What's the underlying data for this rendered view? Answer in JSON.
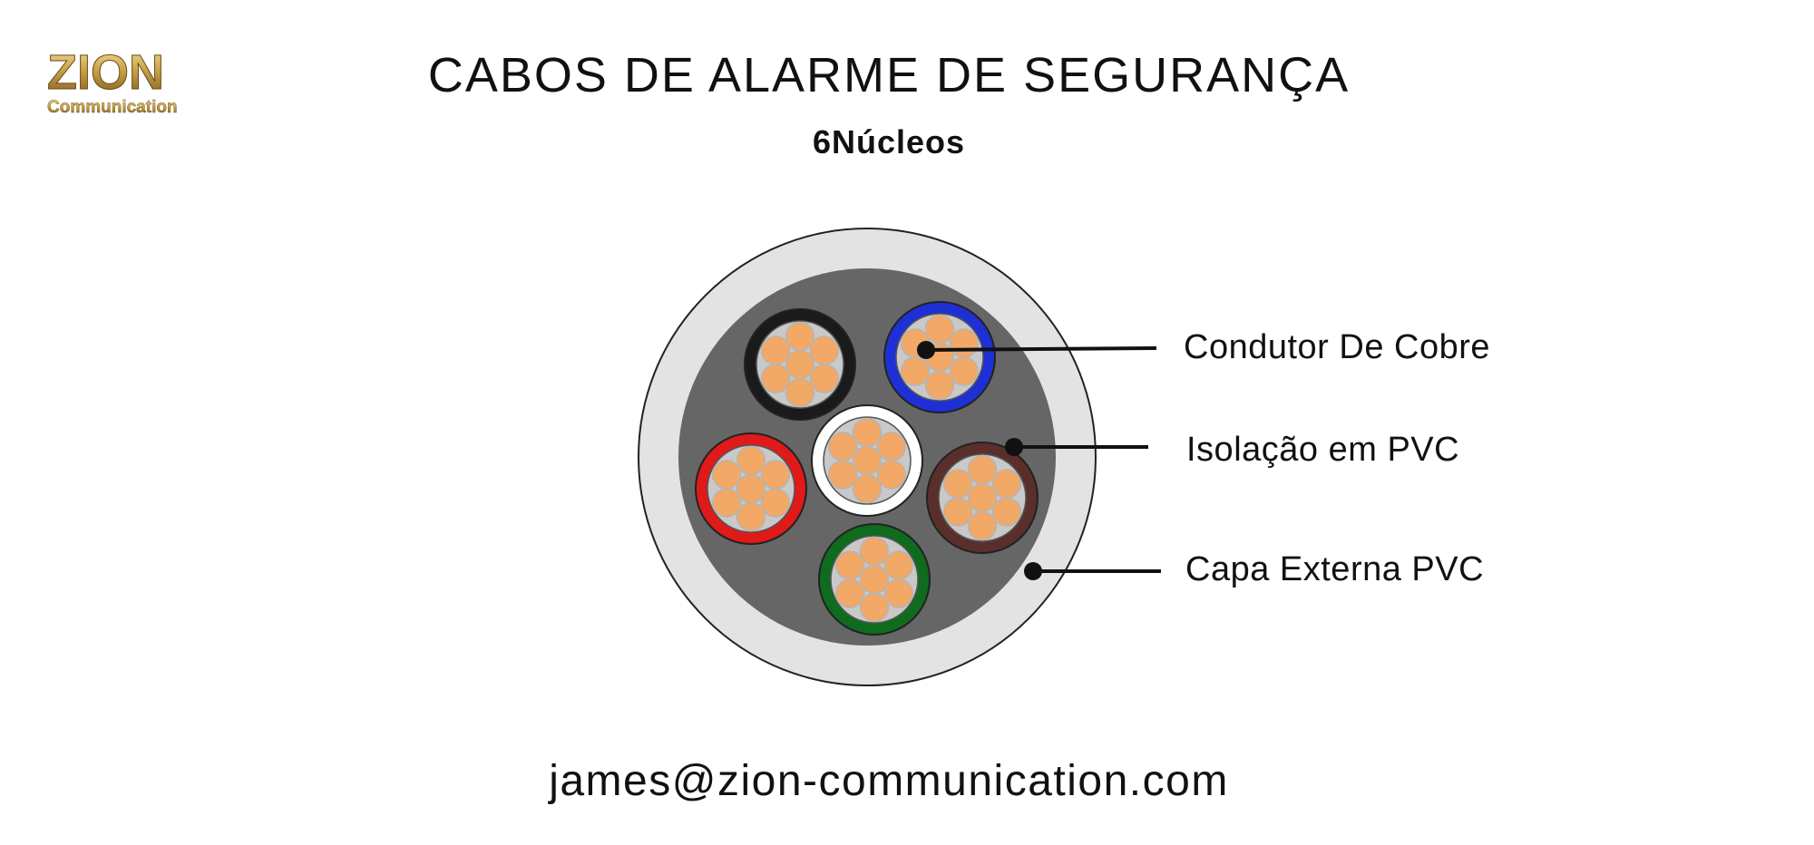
{
  "logo": {
    "main_text": "ZION",
    "sub_text": "Communication"
  },
  "header": {
    "title": "CABOS DE ALARME DE SEGURANÇA",
    "subtitle": "6Núcleos"
  },
  "callouts": [
    {
      "id": "conductor",
      "label": "Condutor De Cobre"
    },
    {
      "id": "insulation",
      "label": "Isolação em PVC"
    },
    {
      "id": "sheath",
      "label": "Capa Externa PVC"
    }
  ],
  "cable": {
    "outer_sheath_color": "#e3e3e3",
    "filler_color": "#666666",
    "strand_color": "#f2a866",
    "core_colors": [
      "#1a1a1a",
      "#1f2fd6",
      "#e01919",
      "#ffffff",
      "#5a2f2b",
      "#0f6b1e"
    ],
    "core_names": [
      "black",
      "blue",
      "red",
      "white",
      "brown",
      "green"
    ]
  },
  "footer": {
    "email": "james@zion-communication.com"
  }
}
